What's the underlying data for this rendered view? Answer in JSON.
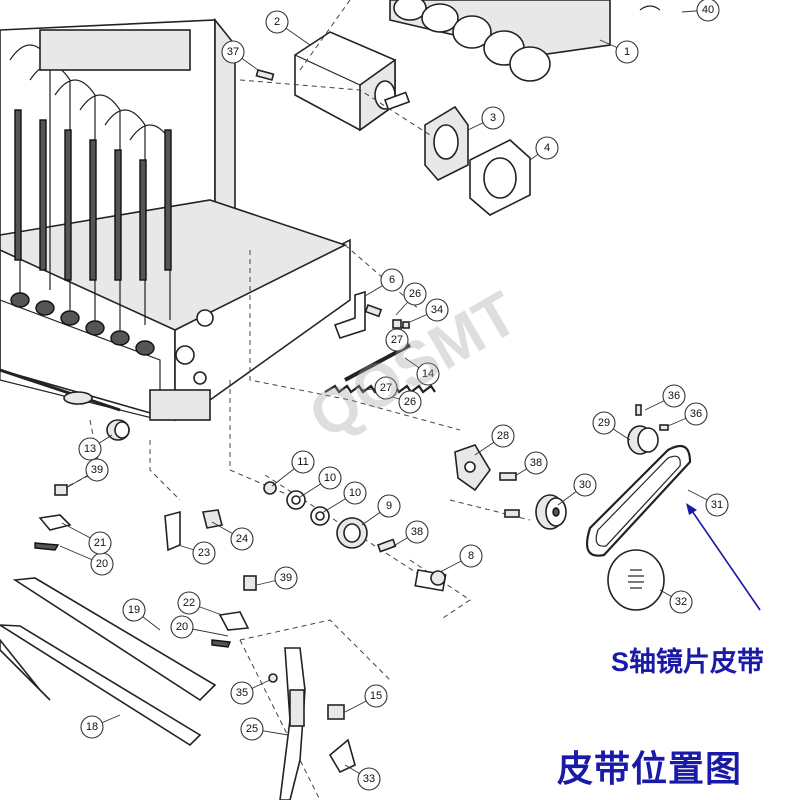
{
  "figure": {
    "belt_label": "S轴镜片皮带",
    "title": "皮带位置图",
    "watermark": "QOSMT"
  },
  "part_numbers": [
    "1",
    "2",
    "3",
    "4",
    "6",
    "8",
    "9",
    "10",
    "10",
    "11",
    "13",
    "14",
    "15",
    "18",
    "19",
    "20",
    "20",
    "21",
    "22",
    "23",
    "24",
    "25",
    "26",
    "26",
    "27",
    "27",
    "28",
    "29",
    "30",
    "31",
    "32",
    "33",
    "34",
    "35",
    "36",
    "36",
    "37",
    "38",
    "38",
    "39",
    "39",
    "40"
  ]
}
